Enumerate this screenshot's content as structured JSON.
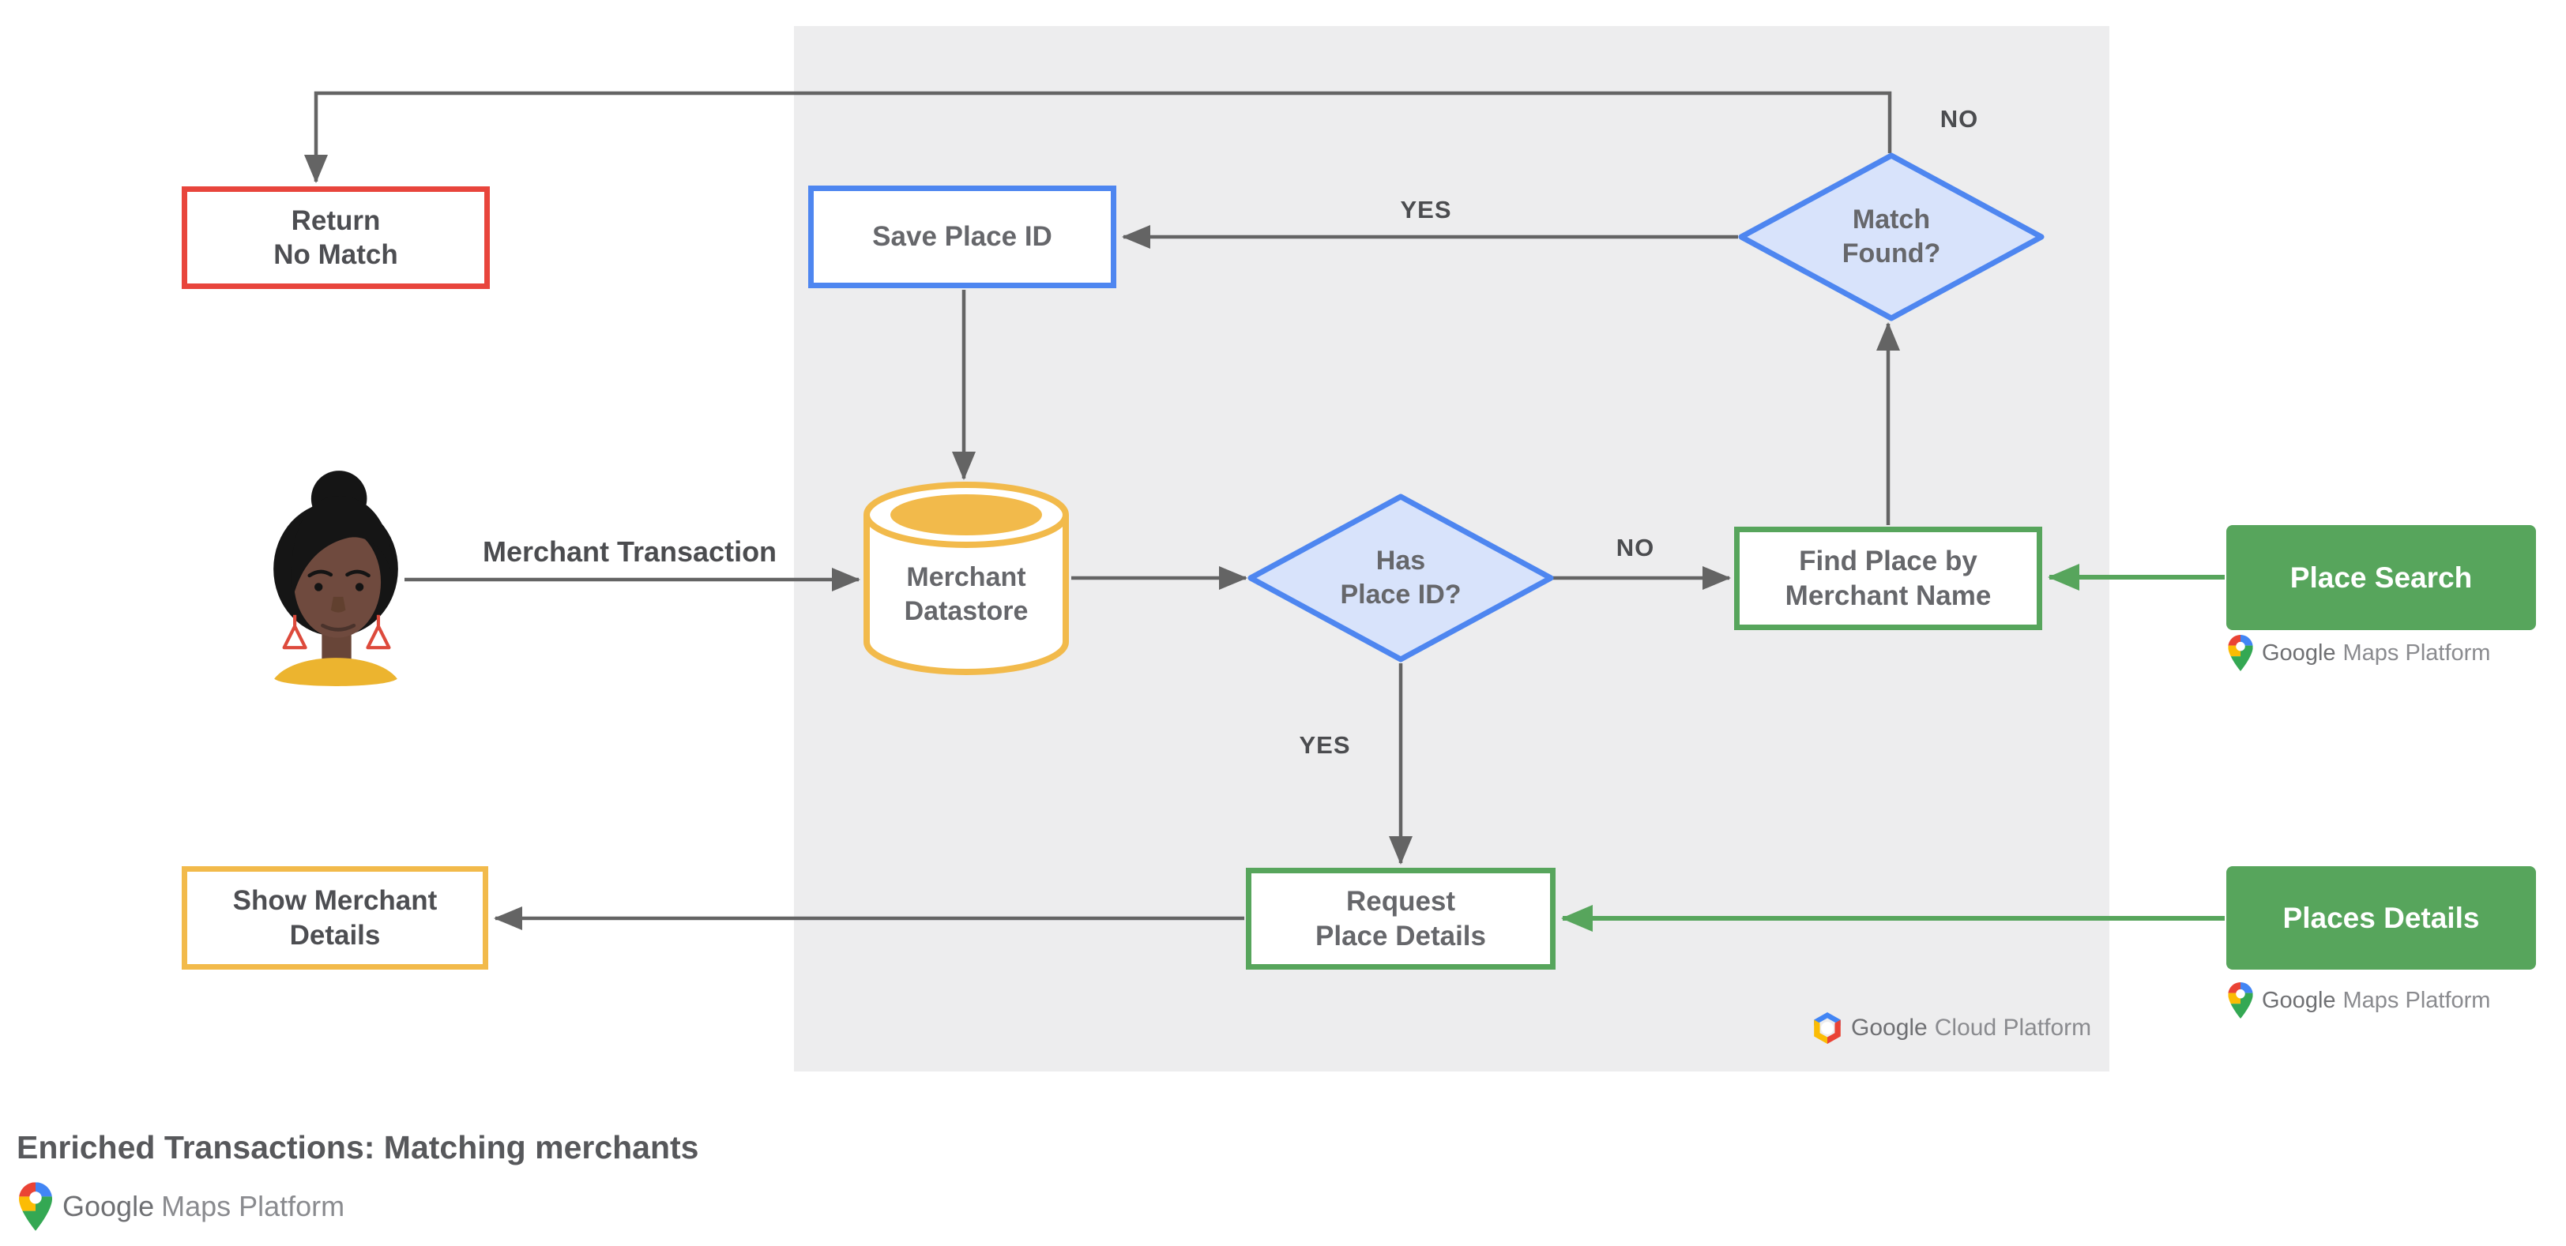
{
  "title": "Enriched Transactions: Matching merchants",
  "nodes": {
    "return_no_match": "Return\nNo Match",
    "save_place_id": "Save Place ID",
    "match_found": "Match\nFound?",
    "merchant_datastore": "Merchant\nDatastore",
    "has_place_id": "Has\nPlace ID?",
    "find_place_by_merchant_name": "Find Place by\nMerchant Name",
    "request_place_details": "Request\nPlace Details",
    "show_merchant_details": "Show Merchant\nDetails"
  },
  "edge_labels": {
    "merchant_transaction": "Merchant Transaction",
    "match_found_no": "NO",
    "match_found_yes": "YES",
    "has_place_id_no": "NO",
    "has_place_id_yes": "YES"
  },
  "api_buttons": {
    "place_search": "Place Search",
    "places_details": "Places Details"
  },
  "logos": {
    "maps_platform": {
      "google": "Google",
      "product": "Maps Platform"
    },
    "cloud_platform": {
      "google": "Google",
      "product": "Cloud Platform"
    }
  },
  "colors": {
    "red": "#E8453C",
    "blue": "#4E86F0",
    "blue_fill": "#D8E3FB",
    "yellow": "#F2BA4B",
    "green": "#57A55C",
    "panel_gray": "#EDEDEE",
    "connector_gray": "#646464",
    "text_dark": "#4B4C4F",
    "text_medium": "#66676B",
    "pin_red": "#EA4335",
    "pin_blue": "#4285F4",
    "pin_yellow": "#FBBC05",
    "pin_green": "#34A853"
  }
}
